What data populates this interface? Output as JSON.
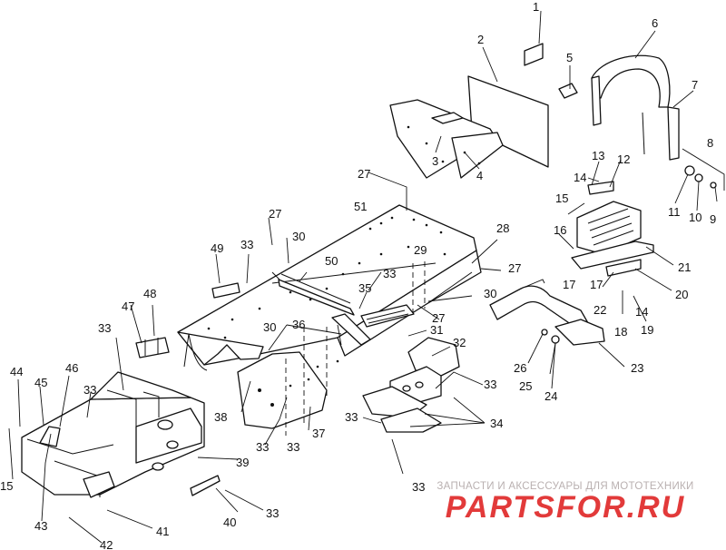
{
  "callouts": [
    {
      "id": "c1",
      "text": "1"
    },
    {
      "id": "c2",
      "text": "2"
    },
    {
      "id": "c3",
      "text": "3"
    },
    {
      "id": "c4",
      "text": "4"
    },
    {
      "id": "c5",
      "text": "5"
    },
    {
      "id": "c6",
      "text": "6"
    },
    {
      "id": "c7",
      "text": "7"
    },
    {
      "id": "c8",
      "text": "8"
    },
    {
      "id": "c9",
      "text": "9"
    },
    {
      "id": "c10",
      "text": "10"
    },
    {
      "id": "c11",
      "text": "11"
    },
    {
      "id": "c12",
      "text": "12"
    },
    {
      "id": "c13",
      "text": "13"
    },
    {
      "id": "c14a",
      "text": "14"
    },
    {
      "id": "c14b",
      "text": "14"
    },
    {
      "id": "c15a",
      "text": "15"
    },
    {
      "id": "c15b",
      "text": "15"
    },
    {
      "id": "c16",
      "text": "16"
    },
    {
      "id": "c17a",
      "text": "17"
    },
    {
      "id": "c17b",
      "text": "17"
    },
    {
      "id": "c18",
      "text": "18"
    },
    {
      "id": "c19",
      "text": "19"
    },
    {
      "id": "c20",
      "text": "20"
    },
    {
      "id": "c21",
      "text": "21"
    },
    {
      "id": "c22",
      "text": "22"
    },
    {
      "id": "c23",
      "text": "23"
    },
    {
      "id": "c24",
      "text": "24"
    },
    {
      "id": "c25",
      "text": "25"
    },
    {
      "id": "c26",
      "text": "26"
    },
    {
      "id": "c27a",
      "text": "27"
    },
    {
      "id": "c27b",
      "text": "27"
    },
    {
      "id": "c27c",
      "text": "27"
    },
    {
      "id": "c27d",
      "text": "27"
    },
    {
      "id": "c28",
      "text": "28"
    },
    {
      "id": "c29",
      "text": "29"
    },
    {
      "id": "c30a",
      "text": "30"
    },
    {
      "id": "c30b",
      "text": "30"
    },
    {
      "id": "c30c",
      "text": "30"
    },
    {
      "id": "c31",
      "text": "31"
    },
    {
      "id": "c32",
      "text": "32"
    },
    {
      "id": "c33a",
      "text": "33"
    },
    {
      "id": "c33b",
      "text": "33"
    },
    {
      "id": "c33c",
      "text": "33"
    },
    {
      "id": "c33d",
      "text": "33"
    },
    {
      "id": "c33e",
      "text": "33"
    },
    {
      "id": "c33f",
      "text": "33"
    },
    {
      "id": "c33g",
      "text": "33"
    },
    {
      "id": "c33h",
      "text": "33"
    },
    {
      "id": "c33i",
      "text": "33"
    },
    {
      "id": "c33j",
      "text": "33"
    },
    {
      "id": "c34",
      "text": "34"
    },
    {
      "id": "c35",
      "text": "35"
    },
    {
      "id": "c36",
      "text": "36"
    },
    {
      "id": "c37",
      "text": "37"
    },
    {
      "id": "c38",
      "text": "38"
    },
    {
      "id": "c39",
      "text": "39"
    },
    {
      "id": "c40",
      "text": "40"
    },
    {
      "id": "c41",
      "text": "41"
    },
    {
      "id": "c42",
      "text": "42"
    },
    {
      "id": "c43",
      "text": "43"
    },
    {
      "id": "c44",
      "text": "44"
    },
    {
      "id": "c45",
      "text": "45"
    },
    {
      "id": "c46",
      "text": "46"
    },
    {
      "id": "c47",
      "text": "47"
    },
    {
      "id": "c48",
      "text": "48"
    },
    {
      "id": "c49",
      "text": "49"
    },
    {
      "id": "c50",
      "text": "50"
    },
    {
      "id": "c51",
      "text": "51"
    }
  ],
  "watermark": {
    "caption": "ЗАПЧАСТИ И АКСЕССУАРЫ ДЛЯ МОТОТЕХНИКИ",
    "logo": "PARTSFOR.RU",
    "logo_color": "#e23a3a",
    "caption_color": "#b9b0b0"
  }
}
